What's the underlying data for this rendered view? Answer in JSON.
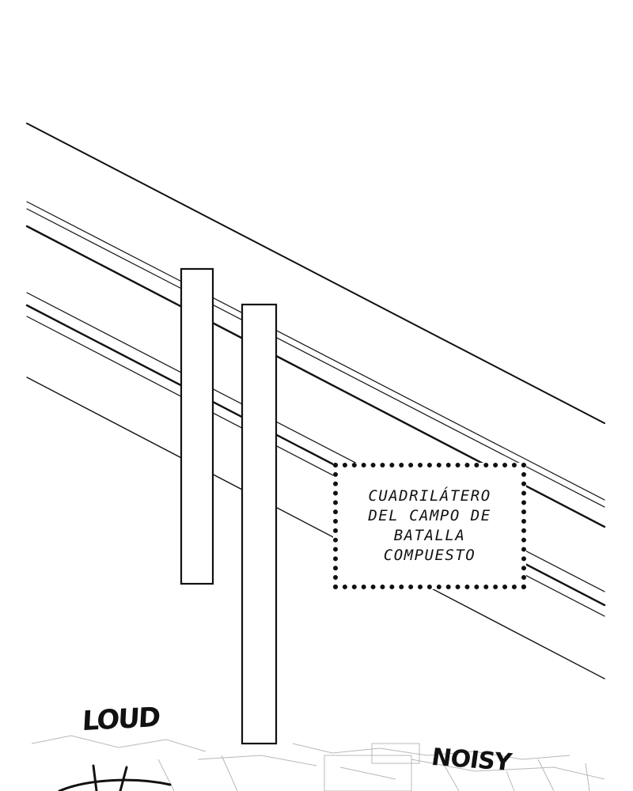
{
  "caption": {
    "text": "CUADRILÁTERO\nDEL CAMPO DE\nBATALLA\nCOMPUESTO"
  },
  "sound_effects": {
    "loud": "LOUD",
    "noisy": "NOISY"
  },
  "colors": {
    "ink": "#111111",
    "paper": "#ffffff",
    "faded_ink": "#b8b8b8"
  }
}
